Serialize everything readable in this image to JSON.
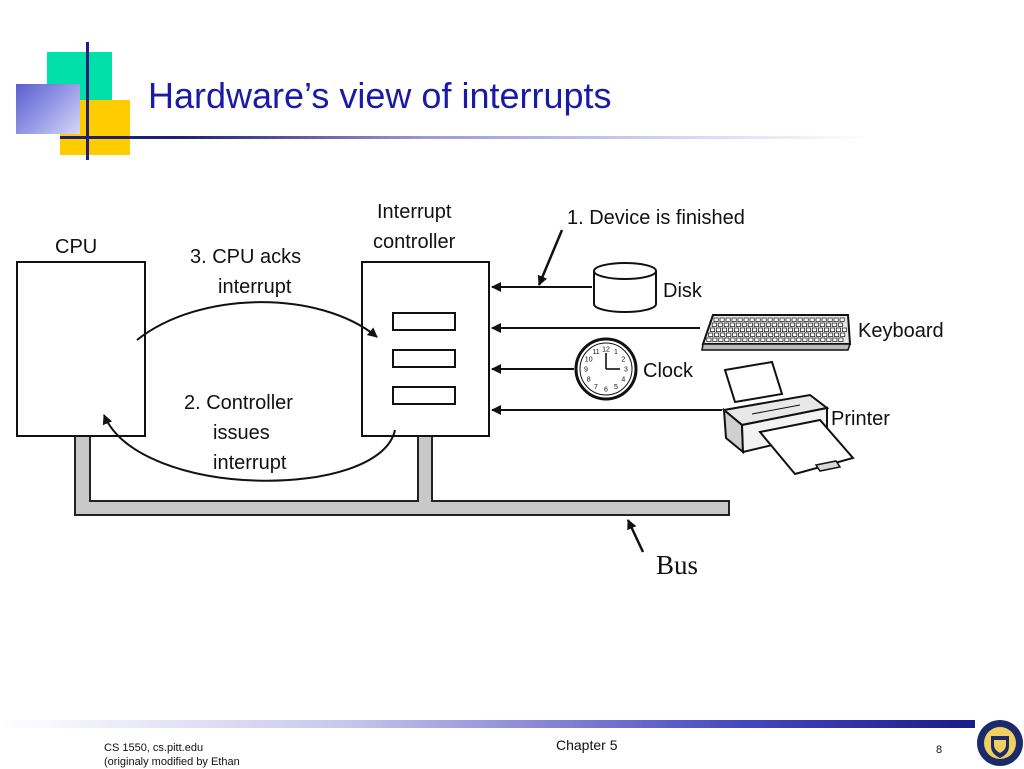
{
  "slide": {
    "title": "Hardware’s view of interrupts",
    "colors": {
      "title": "#1a1aa6",
      "accent_teal": "#00e0a8",
      "accent_yellow": "#ffcc00",
      "accent_navy": "#1f1f7a"
    }
  },
  "diagram": {
    "cpu_label": "CPU",
    "controller_label_line1": "Interrupt",
    "controller_label_line2": "controller",
    "step1": "1. Device is finished",
    "step2_line1": "2. Controller",
    "step2_line2": "issues",
    "step2_line3": "interrupt",
    "step3_line1": "3. CPU acks",
    "step3_line2": "interrupt",
    "devices": {
      "disk": "Disk",
      "keyboard": "Keyboard",
      "clock": "Clock",
      "printer": "Printer"
    },
    "bus_label": "Bus",
    "clock_numbers": [
      "12",
      "1",
      "2",
      "3",
      "4",
      "5",
      "6",
      "7",
      "8",
      "9",
      "10",
      "11"
    ]
  },
  "footer": {
    "left_line1": "CS 1550, cs.pitt.edu",
    "left_line2": "(originaly modified by Ethan",
    "center": "Chapter 5",
    "page": "8"
  }
}
